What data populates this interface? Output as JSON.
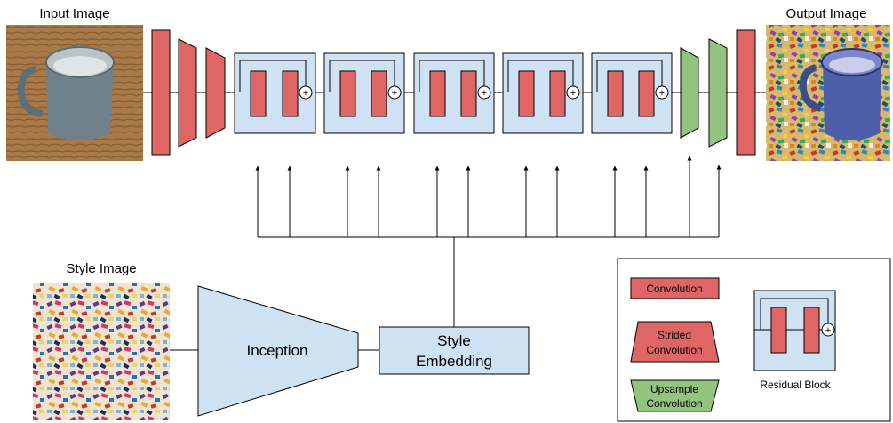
{
  "labels": {
    "input_image": "Input Image",
    "output_image": "Output Image",
    "style_image": "Style Image",
    "inception": "Inception",
    "style_embedding_line1": "Style",
    "style_embedding_line2": "Embedding"
  },
  "legend": {
    "convolution": "Convolution",
    "strided_line1": "Strided",
    "strided_line2": "Convolution",
    "upsample_line1": "Upsample",
    "upsample_line2": "Convolution",
    "residual_block": "Residual Block"
  },
  "symbols": {
    "plus": "+"
  },
  "colors": {
    "conv_red": "#e06666",
    "upsample_green": "#93c47d",
    "block_blue": "#cfe2f3",
    "stroke": "#000000"
  }
}
